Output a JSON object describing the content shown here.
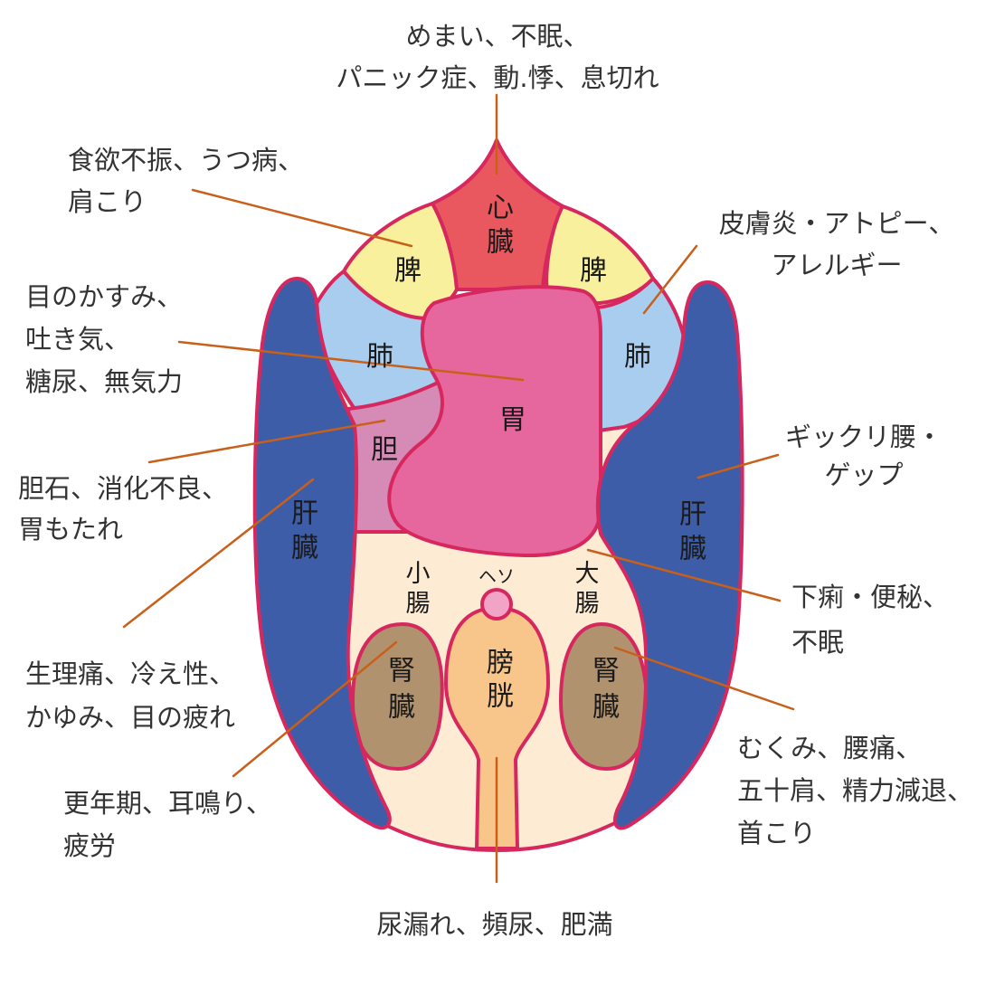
{
  "annotations": {
    "heart": [
      "めまい、不眠、",
      "パニック症、動.悸、息切れ"
    ],
    "spleen": [
      "食欲不振、うつ病、",
      "肩こり"
    ],
    "lung_right": [
      "皮膚炎・アトピー、",
      "アレルギー"
    ],
    "stomach": [
      "目のかすみ、",
      "吐き気、",
      "糖尿、無気力"
    ],
    "liver_right": [
      "ギックリ腰・",
      "ゲップ"
    ],
    "gallbladder": [
      "胆石、消化不良、",
      "胃もたれ"
    ],
    "large_intestine": [
      "下痢・便秘、",
      "不眠"
    ],
    "liver_left": [
      "生理痛、冷え性、",
      "かゆみ、目の疲れ"
    ],
    "kidney_right": [
      "むくみ、腰痛、",
      "五十肩、精力減退、",
      "首こり"
    ],
    "kidney_left": [
      "更年期、耳鳴り、",
      "疲労"
    ],
    "bladder": [
      "尿漏れ、頻尿、肥満"
    ]
  },
  "organs": {
    "heart": "心臓",
    "spleen_left": "脾",
    "spleen_right": "脾",
    "lung_left": "肺",
    "lung_right": "肺",
    "stomach": "胃",
    "gallbladder": "胆",
    "liver_left": "肝臓",
    "liver_right": "肝臓",
    "small_intestine": "小腸",
    "navel": "ヘソ",
    "large_intestine": "大腸",
    "kidney_left": "腎臓",
    "bladder": "膀胱",
    "kidney_right": "腎臓"
  },
  "colors": {
    "outline": "#d6285f",
    "body": "#fdebd4",
    "heart": "#e9585e",
    "spleen": "#f8f09c",
    "lung": "#a8cdee",
    "stomach": "#e6679d",
    "gallbladder": "#d68ab6",
    "liver": "#3e5da8",
    "kidney": "#b1926f",
    "bladder": "#f8c68a",
    "navel": "#f2a4c7",
    "leader_line": "#c8601a"
  }
}
